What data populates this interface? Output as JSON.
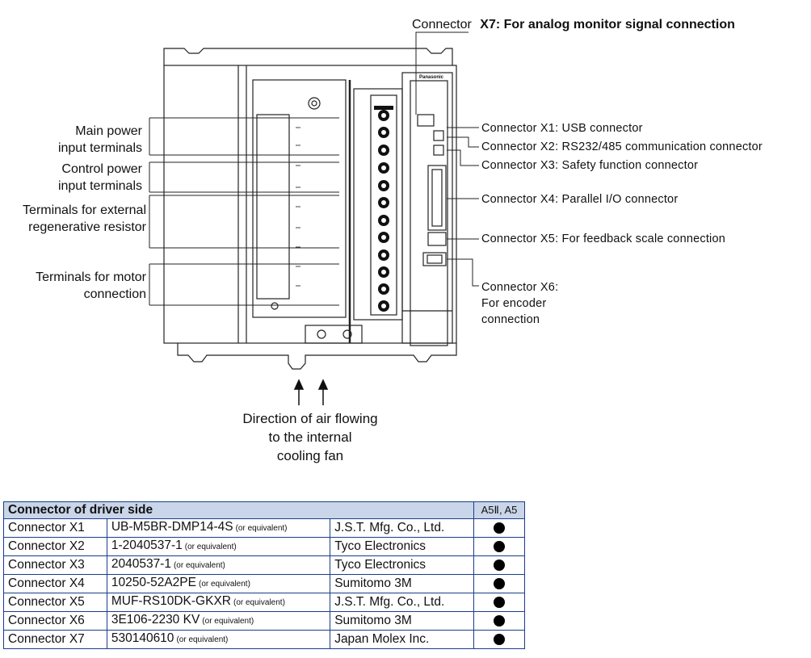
{
  "connector_title": {
    "prefix": "Connector",
    "text": "X7: For analog monitor signal connection"
  },
  "left_labels": [
    {
      "lines": [
        "Main power",
        "input terminals"
      ]
    },
    {
      "lines": [
        "Control power",
        "input terminals"
      ]
    },
    {
      "lines": [
        "Terminals for external",
        "regenerative resistor"
      ]
    },
    {
      "lines": [
        "Terminals for motor",
        "connection"
      ]
    }
  ],
  "right_labels": [
    {
      "text": "Connector X1: USB connector"
    },
    {
      "text": "Connector X2: RS232/485 communication connector"
    },
    {
      "text": "Connector X3: Safety function connector"
    },
    {
      "text": "Connector X4: Parallel I/O connector"
    },
    {
      "text": "Connector X5: For feedback scale connection"
    },
    {
      "lines": [
        "Connector X6:",
        "For encoder",
        "connection"
      ]
    }
  ],
  "air_flow": [
    "Direction of air flowing",
    "to the internal",
    "cooling fan"
  ],
  "brand": "Panasonic",
  "table": {
    "header": "Connector of driver side",
    "model_header": "A5Ⅱ, A5",
    "rows": [
      {
        "connector": "Connector X1",
        "part": "UB-M5BR-DMP14-4S",
        "note": "(or equivalent)",
        "maker": "J.S.T. Mfg. Co., Ltd."
      },
      {
        "connector": "Connector X2",
        "part": "1-2040537-1",
        "note": "(or equivalent)",
        "maker": "Tyco Electronics"
      },
      {
        "connector": "Connector X3",
        "part": "2040537-1",
        "note": "(or equivalent)",
        "maker": "Tyco Electronics"
      },
      {
        "connector": "Connector X4",
        "part": "10250-52A2PE",
        "note": "(or equivalent)",
        "maker": "Sumitomo 3M"
      },
      {
        "connector": "Connector X5",
        "part": "MUF-RS10DK-GKXR",
        "note": "(or equivalent)",
        "maker": "J.S.T. Mfg. Co., Ltd."
      },
      {
        "connector": "Connector X6",
        "part": "3E106-2230 KV",
        "note": "(or equivalent)",
        "maker": "Sumitomo 3M"
      },
      {
        "connector": "Connector X7",
        "part": "530140610",
        "note": "(or equivalent)",
        "maker": "Japan Molex Inc."
      }
    ]
  }
}
